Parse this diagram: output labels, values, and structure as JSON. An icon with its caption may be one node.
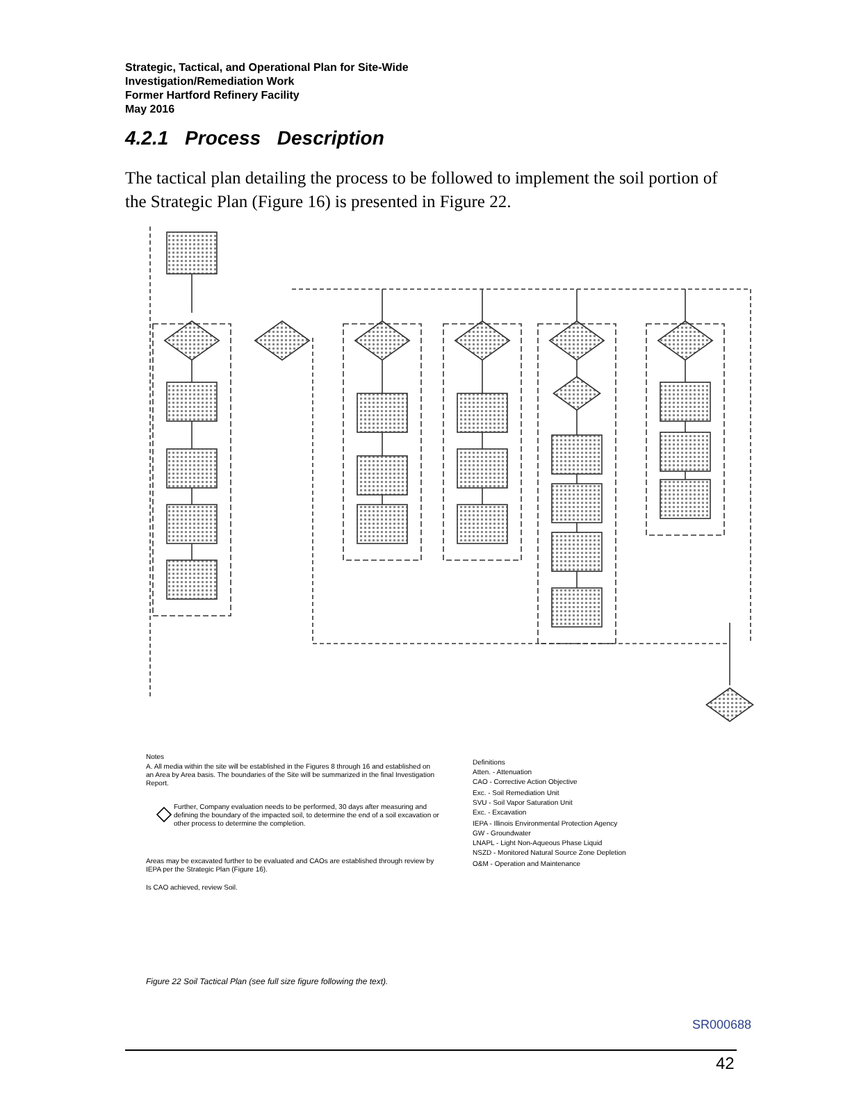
{
  "diagram": {
    "title": "4.2.1 Process Description",
    "caption": "Figure 22 Soil Tactical Plan (see full size figure following the text).",
    "labels": [
      "Strategic, Tactical, and Operational Plan for Site-Wide",
      "Investigation/Remediation Work",
      "Former Hartford Refinery Facility",
      "May 2016",
      "The tactical plan detailing the process to be followed to implement the soil portion of the Strategic Plan (Figure 16) is presented in Figure 22.",
      "Notes",
      "A. All media within the site will be established in the Figures 8 through 16 and established on an Area by Area basis. The boundaries of the Site will be summarized in the final Investigation Report.",
      "Further, Company evaluation needs to be performed, 30 days after measuring and defining the boundary of the impacted soil, to determine the end of a soil excavation or other process to determine the completion.",
      "Areas may be excavated further to be evaluated and CAOs are established through review by IEPA per the Strategic Plan (Figure 16).",
      "Is CAO achieved, review Soil.",
      "Definitions",
      "Atten. - Attenuation",
      "CAO - Corrective Action Objective",
      "Exc. - Soil Remediation Unit",
      "SVU - Soil Vapor Saturation Unit",
      "Exc. - Excavation",
      "IEPA - Illinois Environmental Protection Agency",
      "GW - Groundwater",
      "LNAPL - Light Non-Aqueous Phase Liquid",
      "NSZD - Monitored Natural Source Zone Depletion",
      "O&M - Operation and Maintenance",
      "SR000688",
      "42"
    ]
  }
}
